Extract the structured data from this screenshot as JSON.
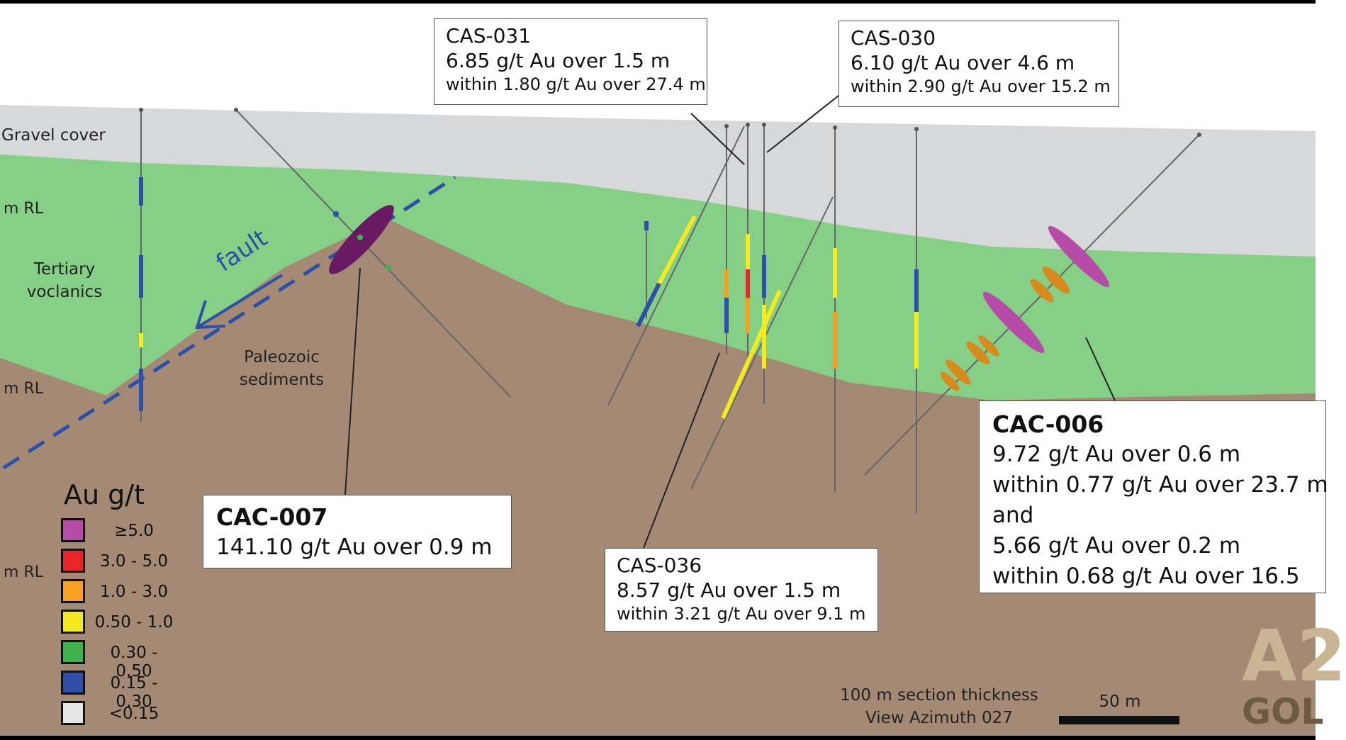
{
  "labels": {
    "gravel_cover": "Gravel cover",
    "rl_1": "m RL",
    "rl_2": "m RL",
    "rl_3": "m RL",
    "tertiary_line1": "Tertiary",
    "tertiary_line2": "voclanics",
    "paleozoic_line1": "Paleozoic",
    "paleozoic_line2": "sediments",
    "fault": "fault",
    "section_thickness": "100 m section thickness",
    "view_azimuth": "View Azimuth 027",
    "scale_bar": "50 m"
  },
  "callouts": {
    "cas031": {
      "title": "CAS-031",
      "line1": "6.85 g/t Au over 1.5 m",
      "line2": "within 1.80 g/t Au over 27.4 m"
    },
    "cas030": {
      "title": "CAS-030",
      "line1": "6.10 g/t Au over 4.6 m",
      "line2": "within 2.90 g/t Au over 15.2 m"
    },
    "cac007": {
      "title": "CAC-007",
      "line1": "141.10 g/t Au over 0.9 m"
    },
    "cas036": {
      "title": "CAS-036",
      "line1": "8.57 g/t Au over 1.5 m",
      "line2": "within 3.21 g/t Au over 9.1 m"
    },
    "cac006": {
      "title": "CAC-006",
      "line1": "9.72 g/t Au over 0.6 m",
      "line2": "within 0.77 g/t Au over 23.7 m",
      "line3": "and",
      "line4": "5.66 g/t Au over 0.2 m",
      "line5": "within 0.68 g/t Au over 16.5"
    }
  },
  "legend": {
    "title": "Au g/t",
    "items": [
      {
        "label": "≥5.0",
        "color": "#b64ca8"
      },
      {
        "label": "3.0 - 5.0",
        "color": "#e8262a"
      },
      {
        "label": "1.0 - 3.0",
        "color": "#f5a01f"
      },
      {
        "label": "0.50 - 1.0",
        "color": "#f3ea1f"
      },
      {
        "label": "0.30 - 0.50",
        "color": "#3cb449"
      },
      {
        "label": "0.15 - 0.30",
        "color": "#2f4ea8"
      },
      {
        "label": "<0.15",
        "color": "#e6e6e6"
      }
    ]
  },
  "colors": {
    "gravel": "#d7d8da",
    "volcanics": "#86cf86",
    "sediments": "#a48a74",
    "fault": "#2d4fa6"
  },
  "logo": {
    "line1": "A2",
    "line2": "GOL"
  }
}
